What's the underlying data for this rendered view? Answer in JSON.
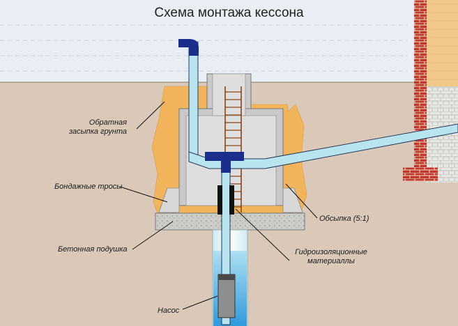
{
  "title": "Схема монтажа кессона",
  "labels": {
    "backfill": [
      "Обратная",
      "засыпка грунта"
    ],
    "cables": "Бондажные тросы",
    "pad": "Бетонная подушка",
    "pump": "Насос",
    "sand_fill": "Обсыпка (5:1)",
    "waterproof": [
      "Гидроизоляционные",
      "материаллы"
    ]
  },
  "colors": {
    "sky": "#e8eef4",
    "soil": "#dac9b8",
    "backfill": "#f2b45a",
    "concrete": "#c9c9c9",
    "pipe": "#b8e4ef",
    "fitting": "#1a2f8c",
    "water": "#3ea8e0",
    "brick": "#c0392b",
    "ladder": "#8b4513"
  }
}
